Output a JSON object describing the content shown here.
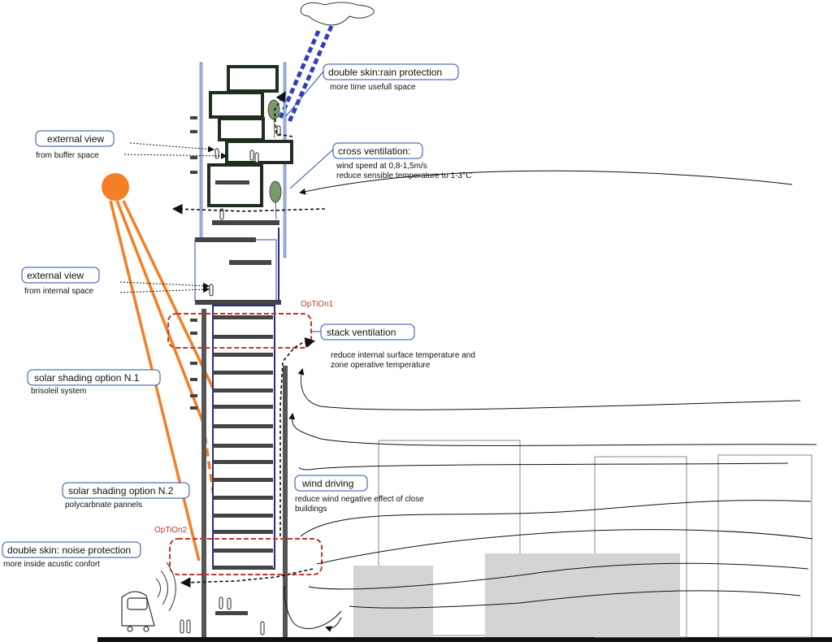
{
  "callouts": {
    "rain_title": "double skin:rain protection",
    "rain_sub": "more time usefull space",
    "buffer_title": "external view",
    "buffer_sub": "from buffer space",
    "cross_title": "cross ventilation:",
    "cross_sub1": "wind speed at 0,8-1,5m/s",
    "cross_sub2": "reduce sensible temperature to 1-3°C",
    "internal_title": "external view",
    "internal_sub": "from internal  space",
    "stack_title": "stack ventilation",
    "stack_sub1": "reduce internal surface temperature and",
    "stack_sub2": "zone operative temperature",
    "shade1_title": "solar shading option N.1",
    "shade1_sub": "brisoleil system",
    "shade2_title": "solar shading option N.2",
    "shade2_sub": "polycarbnate pannels",
    "wind_title": "wind driving",
    "wind_sub1": "reduce wind negative effect of close",
    "wind_sub2": "buildings",
    "noise_title": "double skin: noise protection",
    "noise_sub": "more inside acustic confort"
  },
  "options": {
    "option1": "OpTiOn1",
    "option2": "OpTiOn2"
  },
  "colors": {
    "sun": "#f47f24",
    "rain": "#2f3fb8",
    "callout_border": "#2b4fa0",
    "option_border": "#c0392b",
    "building": "#d4d4d4",
    "tower_frame": "#333333"
  }
}
